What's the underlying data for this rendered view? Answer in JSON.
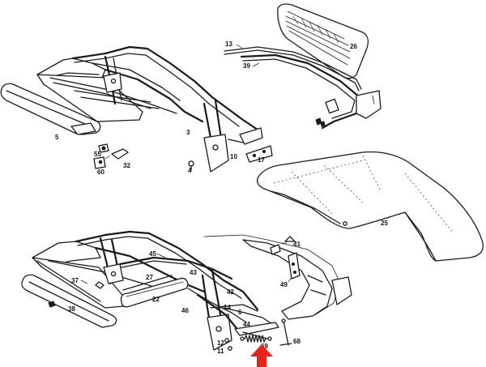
{
  "diagram": {
    "accent_color": "#e8231a",
    "callouts": {
      "c13": "13",
      "c26": "26",
      "c39": "39",
      "c5": "5",
      "c3": "3",
      "c55": "55",
      "c32": "32",
      "c60": "60",
      "c4": "4",
      "c10": "10",
      "c17": "17",
      "c25": "25",
      "c41": "41",
      "c49": "49",
      "c45": "45",
      "c43": "43",
      "c37": "37",
      "c27": "27",
      "c22": "22",
      "c42": "42",
      "c46": "46",
      "c14": "14",
      "c6": "6",
      "c38": "38",
      "c44": "44",
      "c12": "12",
      "c11": "11",
      "c69": "69",
      "c68": "68"
    },
    "pointer": {
      "icon": "red-arrow-up-icon",
      "target_label": "69"
    }
  }
}
